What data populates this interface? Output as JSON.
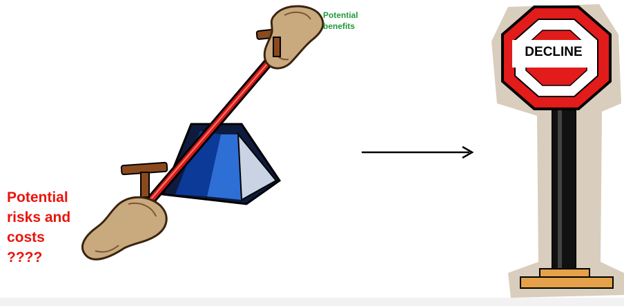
{
  "labels": {
    "benefits": "Potential\nbenefits",
    "risks": "Potential\nrisks and\ncosts\n????",
    "sign": "DECLINE"
  },
  "colors": {
    "benefits_text": "#1f9a3a",
    "risks_text": "#e8140c",
    "seesaw_beam": "#d41a1a",
    "seesaw_base_dark": "#0b3a99",
    "seesaw_base_light": "#c9d3e3",
    "peanut_shell": "#c9a97e",
    "stop_sign_red": "#e21b1b",
    "sign_shadow": "#d9cdbd",
    "arrow": "#000000"
  },
  "icons": [
    "seesaw-icon",
    "stop-sign-icon",
    "right-arrow-icon"
  ]
}
